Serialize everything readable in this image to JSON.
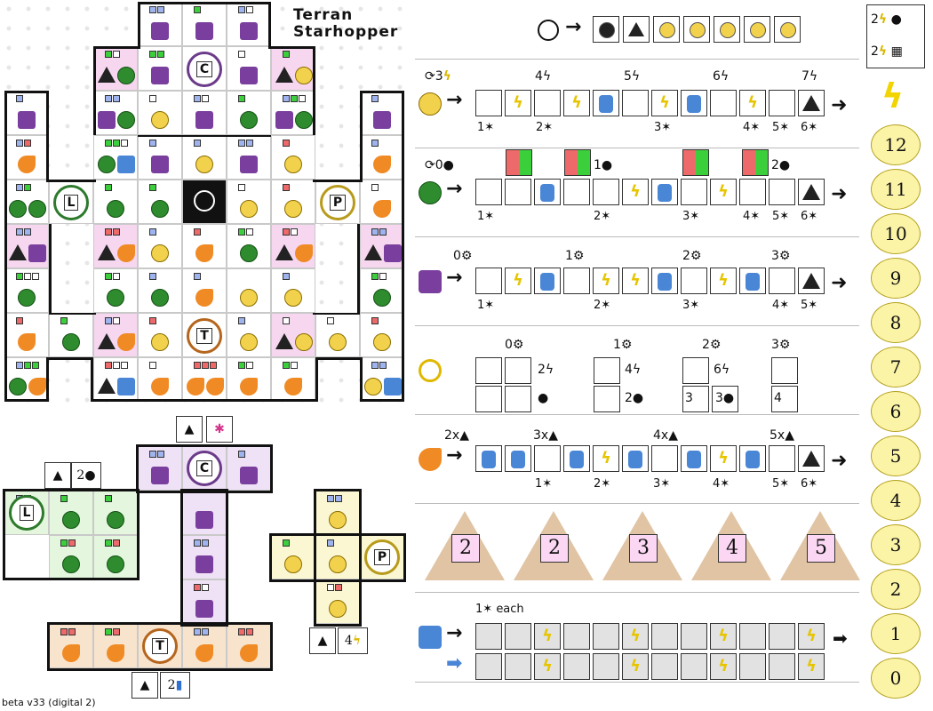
{
  "title_line1": "Terran",
  "title_line2": "Starhopper",
  "version": "beta v33 (digital 2)",
  "board": {
    "wheel_labels": {
      "c": "C",
      "l": "L",
      "p": "P",
      "t": "T"
    }
  },
  "modules": {
    "l_cost": "2",
    "c_cost": "",
    "p_cost": "4",
    "t_cost": "2"
  },
  "top_row": {
    "clock_icon": "clock-icon",
    "arrow": "→"
  },
  "tracks": {
    "gear_track": {
      "cycle_label": "3",
      "top_costs": [
        "4",
        "5",
        "6",
        "7"
      ],
      "bottom_costs": [
        "1",
        "2",
        "3",
        "4",
        "5",
        "6"
      ]
    },
    "green_track": {
      "cycle_label": "0",
      "mid_labels": [
        "1",
        "2"
      ],
      "bottom_costs": [
        "1",
        "2",
        "3",
        "4",
        "5",
        "6"
      ]
    },
    "chip_track": {
      "top_labels": [
        "0",
        "1",
        "2",
        "3"
      ],
      "bottom_costs": [
        "1",
        "2",
        "3",
        "4",
        "5"
      ]
    },
    "upgrade_track": {
      "top_labels": [
        "0",
        "1",
        "2",
        "3"
      ],
      "values": [
        "2",
        "4",
        "6",
        "2",
        "3",
        "3",
        "4"
      ]
    },
    "rocket_track": {
      "multipliers": [
        "2x",
        "3x",
        "4x",
        "5x"
      ],
      "bottom_costs": [
        "1",
        "2",
        "3",
        "4",
        "5",
        "6"
      ]
    },
    "tri_values": [
      "2",
      "2",
      "3",
      "4",
      "5"
    ],
    "blue_track": {
      "each_label": "1",
      "each_text": "each"
    }
  },
  "top_right": {
    "row1": "2",
    "row2": "2"
  },
  "score_track": [
    "12",
    "11",
    "10",
    "9",
    "8",
    "7",
    "6",
    "5",
    "4",
    "3",
    "2",
    "1",
    "0"
  ],
  "colors": {
    "gear_band": "#fbf9cf",
    "green_band": "#e6f8e3",
    "chip_band": "#f1e6f8",
    "upgrade_band": "#f1e6f8",
    "rocket_band": "#f8e3cc",
    "tri_band": "#f8e3cc",
    "blue_band": "#e6e6e6",
    "score_fill": "#fbf3a6"
  }
}
